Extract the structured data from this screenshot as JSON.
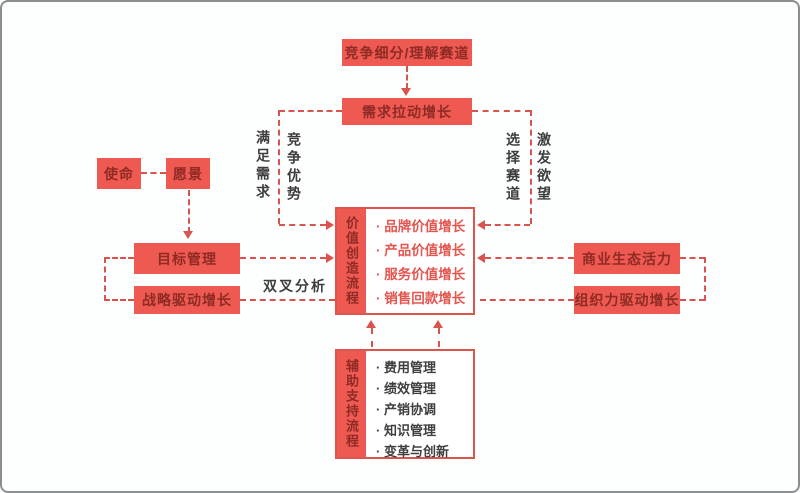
{
  "colors": {
    "node_fill": "#ee5a52",
    "node_text": "#8f2a24",
    "line": "#d9534f",
    "list_red_text": "#e4554e",
    "list_dark_text": "#3f3f3f",
    "label_text": "#3d3d3d",
    "frame_border": "#8a8f92"
  },
  "nodes": {
    "segment": "竞争细分/理解赛道",
    "demand": "需求拉动增长",
    "mission": "使命",
    "vision": "愿景",
    "goal": "目标管理",
    "strategy": "战略驱动增长",
    "business": "商业生态活力",
    "organization": "组织力驱动增长"
  },
  "value_process": {
    "title": "价值创造流程",
    "items": [
      "品牌价值增长",
      "产品价值增长",
      "服务价值增长",
      "销售回款增长"
    ]
  },
  "support_process": {
    "title": "辅助支持流程",
    "items": [
      "费用管理",
      "绩效管理",
      "产销协调",
      "知识管理",
      "变革与创新"
    ]
  },
  "edge_labels": {
    "left_outer": "满足需求",
    "left_inner": "竞争优势",
    "right_inner": "选择赛道",
    "right_outer": "激发欲望",
    "analysis": "双叉分析"
  }
}
